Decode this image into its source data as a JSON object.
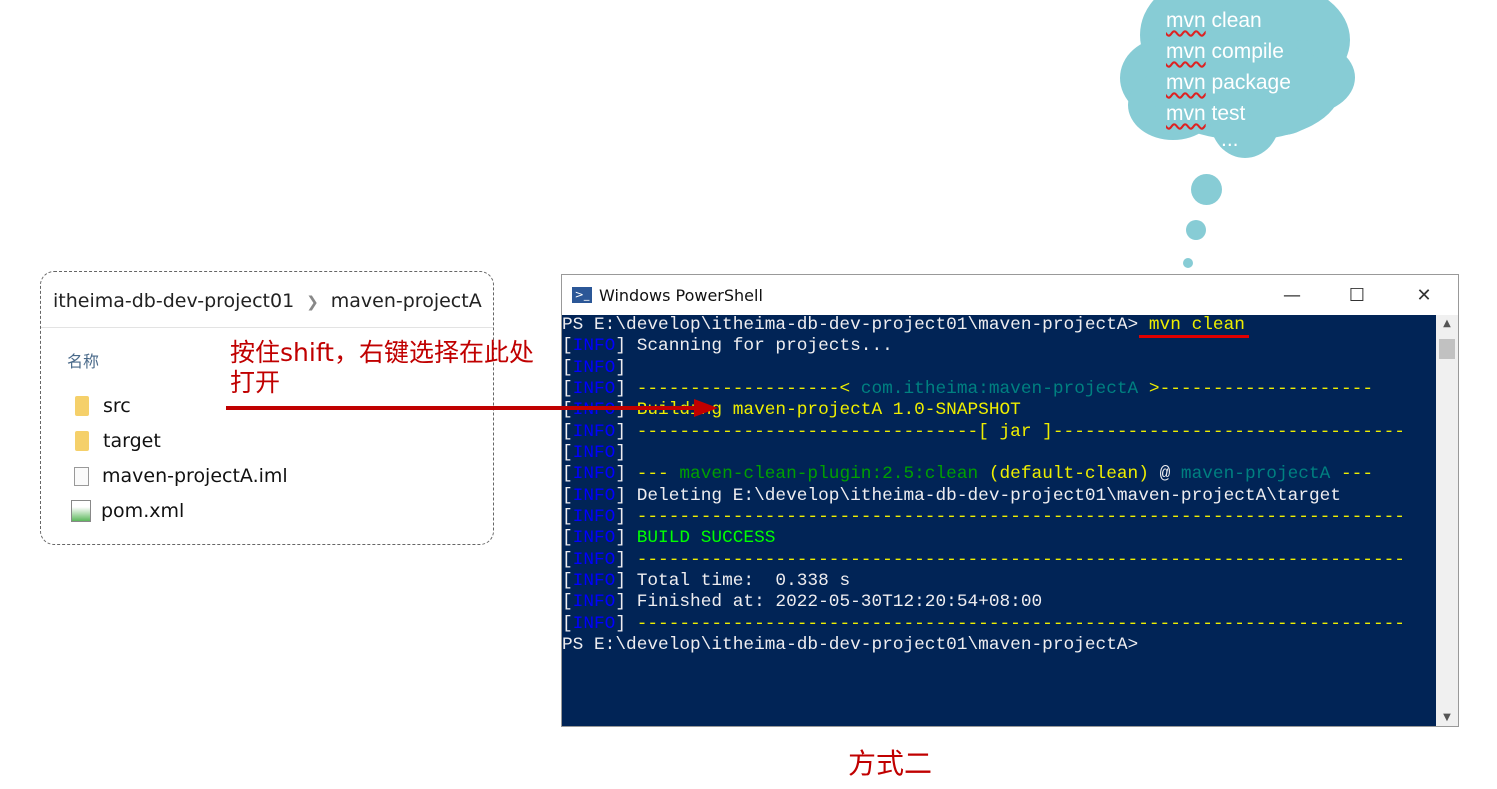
{
  "explorer": {
    "breadcrumb": [
      "itheima-db-dev-project01",
      "maven-projectA"
    ],
    "column_header": "名称",
    "files": [
      {
        "name": "src",
        "icon": "folder-icon"
      },
      {
        "name": "target",
        "icon": "folder-icon"
      },
      {
        "name": "maven-projectA.iml",
        "icon": "file-icon"
      },
      {
        "name": "pom.xml",
        "icon": "xml-file-icon"
      }
    ]
  },
  "annotation": "按住shift，右键选择在此处打开",
  "caption": "方式二",
  "cloud": {
    "commands": [
      [
        "mvn",
        " clean"
      ],
      [
        "mvn",
        " compile"
      ],
      [
        "mvn",
        " package"
      ],
      [
        "mvn",
        " test"
      ]
    ],
    "more": "..."
  },
  "powershell": {
    "title": "Windows PowerShell",
    "colors": {
      "bg": "#012456",
      "info": "#0000ff",
      "yellow": "#eeee00",
      "teal": "#008080",
      "green": "#00a000",
      "bright_green": "#00ff00",
      "default": "#eeedf0"
    },
    "lines": [
      [
        {
          "t": "PS E:\\develop\\itheima-db-dev-project01\\maven-projectA>",
          "c": "default"
        },
        {
          "t": " mvn clean",
          "c": "yellow"
        }
      ],
      [
        {
          "t": "[",
          "c": "default"
        },
        {
          "t": "INFO",
          "c": "info"
        },
        {
          "t": "] Scanning for projects...",
          "c": "default"
        }
      ],
      [
        {
          "t": "[",
          "c": "default"
        },
        {
          "t": "INFO",
          "c": "info"
        },
        {
          "t": "]",
          "c": "default"
        }
      ],
      [
        {
          "t": "[",
          "c": "default"
        },
        {
          "t": "INFO",
          "c": "info"
        },
        {
          "t": "] ",
          "c": "default"
        },
        {
          "t": "-------------------< ",
          "c": "yellow"
        },
        {
          "t": "com.itheima:maven-projectA",
          "c": "teal"
        },
        {
          "t": " >--------------------",
          "c": "yellow"
        }
      ],
      [
        {
          "t": "[",
          "c": "default"
        },
        {
          "t": "INFO",
          "c": "info"
        },
        {
          "t": "] ",
          "c": "default"
        },
        {
          "t": "Building maven-projectA 1.0-SNAPSHOT",
          "c": "yellow"
        }
      ],
      [
        {
          "t": "[",
          "c": "default"
        },
        {
          "t": "INFO",
          "c": "info"
        },
        {
          "t": "] ",
          "c": "default"
        },
        {
          "t": "--------------------------------[ jar ]---------------------------------",
          "c": "yellow"
        }
      ],
      [
        {
          "t": "[",
          "c": "default"
        },
        {
          "t": "INFO",
          "c": "info"
        },
        {
          "t": "]",
          "c": "default"
        }
      ],
      [
        {
          "t": "[",
          "c": "default"
        },
        {
          "t": "INFO",
          "c": "info"
        },
        {
          "t": "] ",
          "c": "default"
        },
        {
          "t": "--- ",
          "c": "yellow"
        },
        {
          "t": "maven-clean-plugin:2.5:clean",
          "c": "green"
        },
        {
          "t": " (default-clean)",
          "c": "yellow"
        },
        {
          "t": " @ ",
          "c": "default"
        },
        {
          "t": "maven-projectA",
          "c": "teal"
        },
        {
          "t": " ---",
          "c": "yellow"
        }
      ],
      [
        {
          "t": "[",
          "c": "default"
        },
        {
          "t": "INFO",
          "c": "info"
        },
        {
          "t": "] Deleting E:\\develop\\itheima-db-dev-project01\\maven-projectA\\target",
          "c": "default"
        }
      ],
      [
        {
          "t": "[",
          "c": "default"
        },
        {
          "t": "INFO",
          "c": "info"
        },
        {
          "t": "] ",
          "c": "default"
        },
        {
          "t": "------------------------------------------------------------------------",
          "c": "yellow"
        }
      ],
      [
        {
          "t": "[",
          "c": "default"
        },
        {
          "t": "INFO",
          "c": "info"
        },
        {
          "t": "] ",
          "c": "default"
        },
        {
          "t": "BUILD SUCCESS",
          "c": "bright_green"
        }
      ],
      [
        {
          "t": "[",
          "c": "default"
        },
        {
          "t": "INFO",
          "c": "info"
        },
        {
          "t": "] ",
          "c": "default"
        },
        {
          "t": "------------------------------------------------------------------------",
          "c": "yellow"
        }
      ],
      [
        {
          "t": "[",
          "c": "default"
        },
        {
          "t": "INFO",
          "c": "info"
        },
        {
          "t": "] Total time:  0.338 s",
          "c": "default"
        }
      ],
      [
        {
          "t": "[",
          "c": "default"
        },
        {
          "t": "INFO",
          "c": "info"
        },
        {
          "t": "] Finished at: 2022-05-30T12:20:54+08:00",
          "c": "default"
        }
      ],
      [
        {
          "t": "[",
          "c": "default"
        },
        {
          "t": "INFO",
          "c": "info"
        },
        {
          "t": "] ",
          "c": "default"
        },
        {
          "t": "------------------------------------------------------------------------",
          "c": "yellow"
        }
      ],
      [
        {
          "t": "PS E:\\develop\\itheima-db-dev-project01\\maven-projectA>",
          "c": "default"
        }
      ]
    ]
  }
}
